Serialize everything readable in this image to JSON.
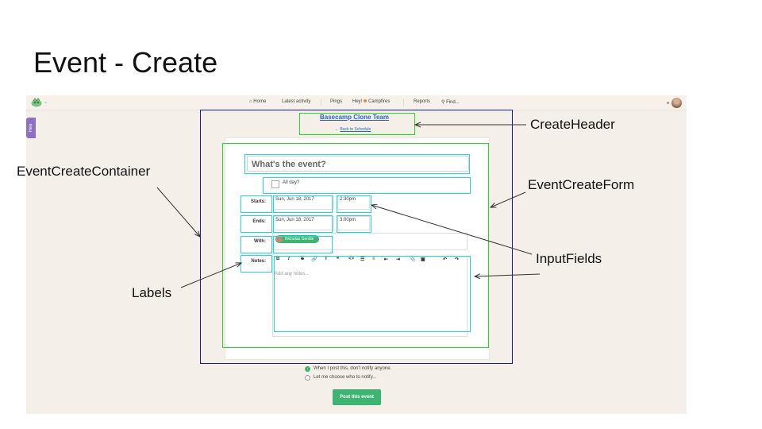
{
  "slide": {
    "title": "Event - Create"
  },
  "topbar": {
    "nav": [
      "Home",
      "Latest activity",
      "Pings",
      "Hey!",
      "Campfires",
      "Reports",
      "Find..."
    ]
  },
  "help": {
    "label": "Help"
  },
  "header": {
    "team_title": "Basecamp Clone Team",
    "back_arrow": "←",
    "back_link": "Back to Schedule"
  },
  "form": {
    "event_placeholder": "What's the event?",
    "all_day_label": "All day?",
    "starts_label": "Starts:",
    "starts_date": "Sun, Jun 18, 2017",
    "starts_time": "2:30pm",
    "ends_label": "Ends:",
    "ends_date": "Sun, Jun 18, 2017",
    "ends_time": "3:00pm",
    "with_label": "With:",
    "with_person": "Nicholas Gentile",
    "notes_label": "Notes:",
    "notes_placeholder": "Add any notes...",
    "toolbar": [
      "B",
      "I",
      "S",
      "🔗",
      "T",
      "❞",
      "<>",
      "☰",
      "≡",
      "⇤",
      "⇥",
      "📎",
      "▣",
      "↶",
      "↷"
    ]
  },
  "notify": {
    "option1": "When I post this, don't notify anyone.",
    "option2": "Let me choose who to notify..."
  },
  "post_button": "Post this event",
  "annotations": {
    "create_header": "CreateHeader",
    "event_create_container": "EventCreateContainer",
    "event_create_form": "EventCreateForm",
    "input_fields": "InputFields",
    "labels": "Labels"
  },
  "colors": {
    "container_outline": "#1a1aa6",
    "form_outline": "#1edc1e",
    "field_outline": "#1ed7e6",
    "accent_green": "#3db472",
    "link_blue": "#2d5fd3"
  }
}
